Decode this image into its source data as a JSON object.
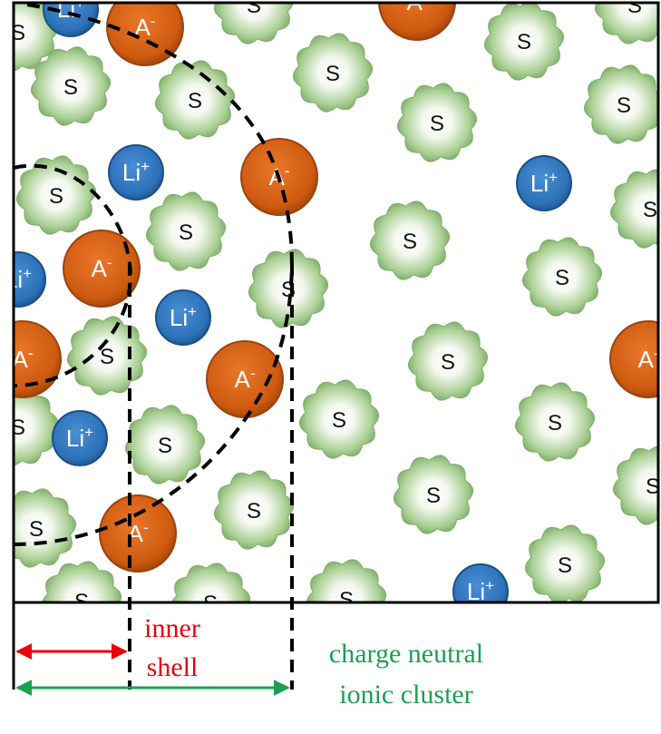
{
  "particles": {
    "solvent_label": "S",
    "anion_label": "A",
    "anion_charge": "-",
    "cation_label": "Li",
    "cation_charge": "+"
  },
  "labels": {
    "inner_shell_line1": "inner",
    "inner_shell_line2": "shell",
    "cluster_line1": "charge neutral",
    "cluster_line2": "ionic cluster"
  },
  "colors": {
    "solvent_fill": "#9cc58a",
    "solvent_center": "#ffffff",
    "anion_fill": "#d35f12",
    "cation_fill": "#2f78c0",
    "inner_shell_text": "#e8000b",
    "inner_shell_arrow": "#e8000b",
    "cluster_text": "#1aa052",
    "cluster_arrow": "#1aa052",
    "boundary": "#000000"
  }
}
